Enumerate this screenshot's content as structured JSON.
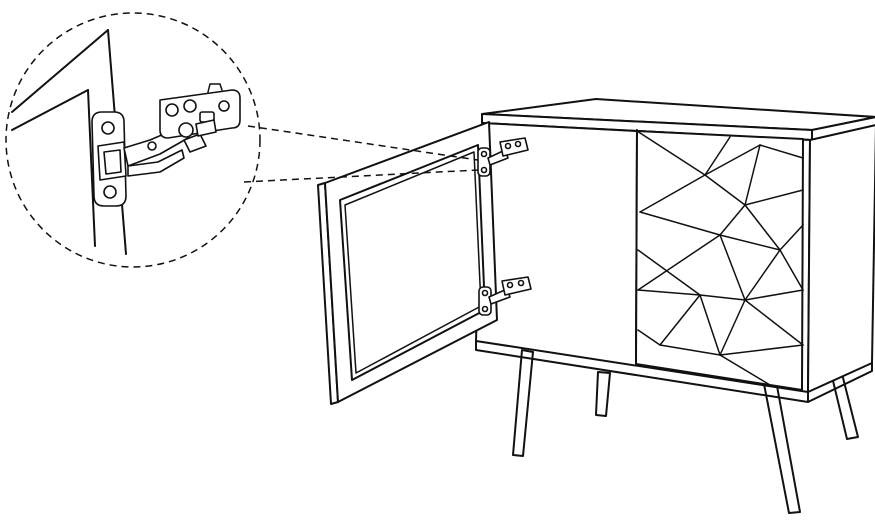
{
  "diagram": {
    "kind": "assembly-instruction",
    "subject": "cabinet-door-hinge-installation",
    "line_color": "#111111",
    "background_color": "#ffffff",
    "hinge_count": 2,
    "detail_callout": "magnified-hinge-view"
  }
}
